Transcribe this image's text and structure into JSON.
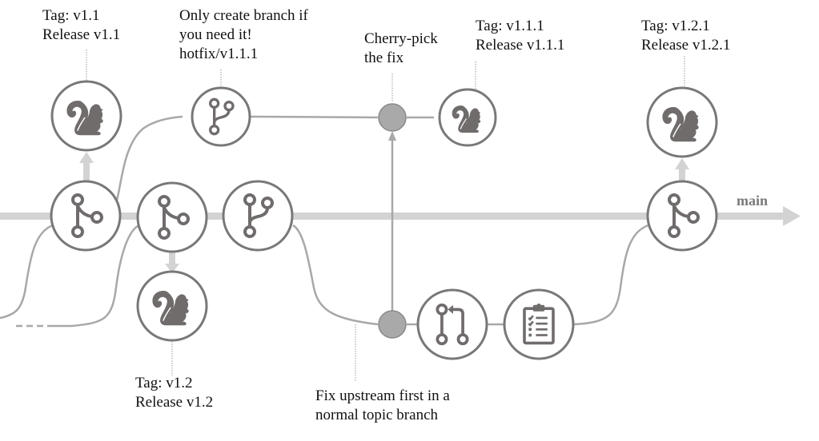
{
  "colors": {
    "main_line": "#d3d3d3",
    "branch_line": "#a8a8a8",
    "node_stroke": "#7a7777",
    "icon_fill": "#706c6c",
    "dot_fill": "#a9a9a9",
    "text": "#111111",
    "main_label": "#7a7a7a"
  },
  "main_branch": {
    "label": "main"
  },
  "labels": [
    {
      "id": "tag-v1-1",
      "lines": "Tag: v1.1\nRelease v1.1"
    },
    {
      "id": "hotfix-note",
      "lines": "Only create branch if\nyou need it!\nhotfix/v1.1.1"
    },
    {
      "id": "cherry-pick",
      "lines": "Cherry-pick\nthe fix"
    },
    {
      "id": "tag-v1-1-1",
      "lines": "Tag: v1.1.1\nRelease v1.1.1"
    },
    {
      "id": "tag-v1-2-1",
      "lines": "Tag: v1.2.1\nRelease v1.2.1"
    },
    {
      "id": "tag-v1-2",
      "lines": "Tag: v1.2\nRelease v1.2"
    },
    {
      "id": "fix-upstream",
      "lines": "Fix upstream first in a\nnormal topic branch"
    }
  ],
  "nodes": [
    {
      "id": "merge-1",
      "icon": "merge-icon"
    },
    {
      "id": "merge-2",
      "icon": "merge-icon"
    },
    {
      "id": "branch-3",
      "icon": "branch-icon"
    },
    {
      "id": "merge-4",
      "icon": "merge-icon"
    },
    {
      "id": "release-v1-1",
      "icon": "squirrel-icon"
    },
    {
      "id": "hotfix-branch",
      "icon": "branch-icon"
    },
    {
      "id": "cherry-pick-commit",
      "icon": "commit-dot"
    },
    {
      "id": "release-v1-1-1",
      "icon": "squirrel-icon"
    },
    {
      "id": "release-v1-2-1",
      "icon": "squirrel-icon"
    },
    {
      "id": "release-v1-2",
      "icon": "squirrel-icon"
    },
    {
      "id": "fix-commit",
      "icon": "commit-dot"
    },
    {
      "id": "pull-request",
      "icon": "pull-request-icon"
    },
    {
      "id": "review",
      "icon": "clipboard-checklist-icon"
    }
  ]
}
